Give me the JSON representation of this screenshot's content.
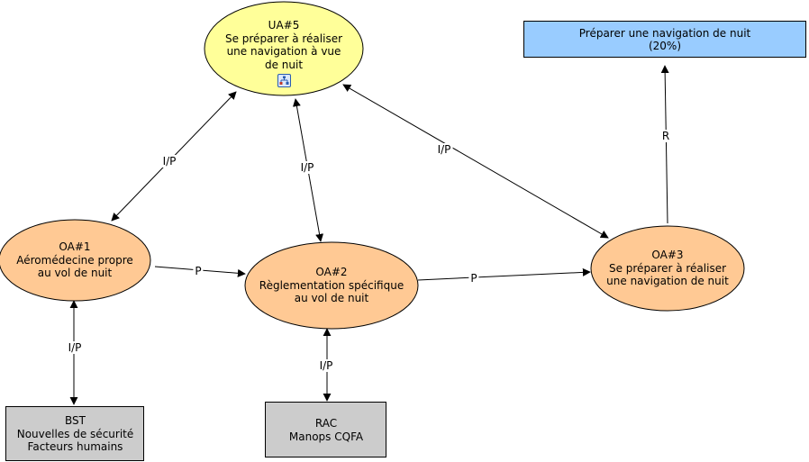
{
  "colors": {
    "ua_fill": "#ffff99",
    "oa_fill": "#ffc994",
    "goal_fill": "#99ccff",
    "resource_fill": "#cccccc",
    "stroke": "#000000"
  },
  "nodes": {
    "ua5": {
      "lines": [
        "UA#5",
        "Se préparer à réaliser",
        "une navigation à vue",
        "de nuit"
      ],
      "icon": "submap-icon"
    },
    "goal": {
      "lines": [
        "Préparer une navigation de nuit",
        "(20%)"
      ]
    },
    "oa1": {
      "lines": [
        "OA#1",
        "Aéromédecine propre",
        "au vol de nuit"
      ]
    },
    "oa2": {
      "lines": [
        "OA#2",
        "Règlementation spécifique",
        "au vol de nuit"
      ]
    },
    "oa3": {
      "lines": [
        "OA#3",
        "Se préparer à réaliser",
        "une navigation de nuit"
      ]
    },
    "bst": {
      "lines": [
        "BST",
        "Nouvelles de sécurité",
        "Facteurs humains"
      ]
    },
    "rac": {
      "lines": [
        "RAC",
        "Manops CQFA"
      ]
    }
  },
  "edges": [
    {
      "id": "ua5-oa1",
      "label": "I/P",
      "direction": "bidirectional"
    },
    {
      "id": "ua5-oa2",
      "label": "I/P",
      "direction": "bidirectional"
    },
    {
      "id": "ua5-oa3",
      "label": "I/P",
      "direction": "bidirectional"
    },
    {
      "id": "oa3-goal",
      "label": "R",
      "direction": "to-goal"
    },
    {
      "id": "oa1-oa2",
      "label": "P",
      "direction": "to-oa2"
    },
    {
      "id": "oa2-oa3",
      "label": "P",
      "direction": "to-oa3"
    },
    {
      "id": "oa1-bst",
      "label": "I/P",
      "direction": "bidirectional"
    },
    {
      "id": "oa2-rac",
      "label": "I/P",
      "direction": "bidirectional"
    }
  ]
}
